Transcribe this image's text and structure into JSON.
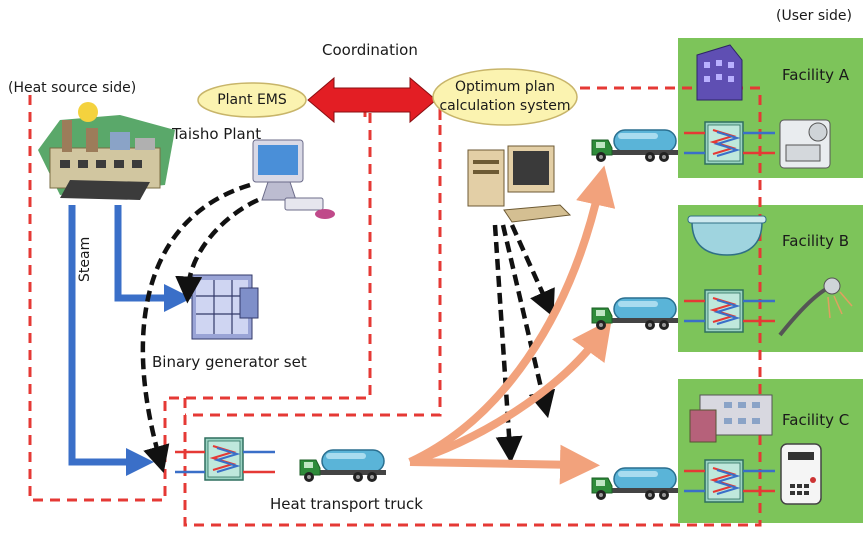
{
  "labels": {
    "user_side": "(User side)",
    "heat_source_side": "(Heat source side)",
    "coordination": "Coordination",
    "plant_ems": "Plant EMS",
    "optimum_plan_line1": "Optimum plan",
    "optimum_plan_line2": "calculation system",
    "taisho_plant": "Taisho Plant",
    "steam": "Steam",
    "binary_generator": "Binary generator set",
    "heat_transport_truck": "Heat transport truck",
    "facility_a": "Facility A",
    "facility_b": "Facility B",
    "facility_c": "Facility C"
  },
  "colors": {
    "facility_green": "#7dc45a",
    "dashed_red": "#e53935",
    "steam_blue": "#3a6fc8",
    "truck_flow_orange": "#f2a27c",
    "coordination_red": "#e31e24",
    "ellipse_yellow": "#fbf3b0",
    "truck_tank": "#5ab4d8",
    "truck_cab": "#2e8b3a"
  },
  "icons": [
    "factory-icon",
    "computer-icon",
    "server-computer-icon",
    "generator-icon",
    "heat-exchanger-icon",
    "truck-icon",
    "building-icon",
    "bathtub-icon",
    "shower-icon",
    "hospital-icon",
    "boiler-icon",
    "appliance-icon"
  ]
}
